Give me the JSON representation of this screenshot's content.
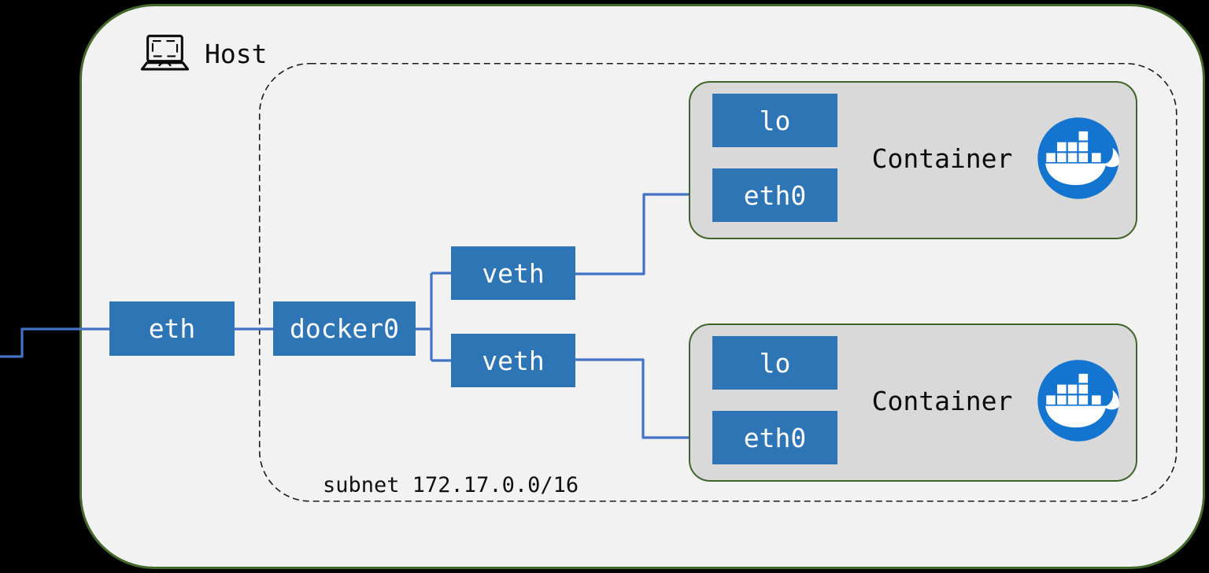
{
  "host": {
    "label": "Host"
  },
  "bridge_network": {
    "subnet_label": "subnet 172.17.0.0/16"
  },
  "host_interfaces": {
    "eth": {
      "label": "eth"
    },
    "docker0": {
      "label": "docker0"
    },
    "veth_top": {
      "label": "veth"
    },
    "veth_bottom": {
      "label": "veth"
    }
  },
  "containers": [
    {
      "label": "Container",
      "interfaces": {
        "lo": "lo",
        "eth0": "eth0"
      }
    },
    {
      "label": "Container",
      "interfaces": {
        "lo": "lo",
        "eth0": "eth0"
      }
    }
  ],
  "icons": {
    "host_icon": "laptop-icon",
    "container_icon": "docker-whale-icon"
  },
  "colors": {
    "background": "#000000",
    "host_fill": "#f2f2f2",
    "host_border": "#45682b",
    "container_fill": "#d9d9d9",
    "container_border": "#40652a",
    "node_fill": "#2e75b6",
    "connector": "#4472c4",
    "bridge_dash": "#1a1a1a",
    "docker_blue": "#1475d0",
    "node_text": "#ffffff",
    "text": "#0b0b0b"
  }
}
